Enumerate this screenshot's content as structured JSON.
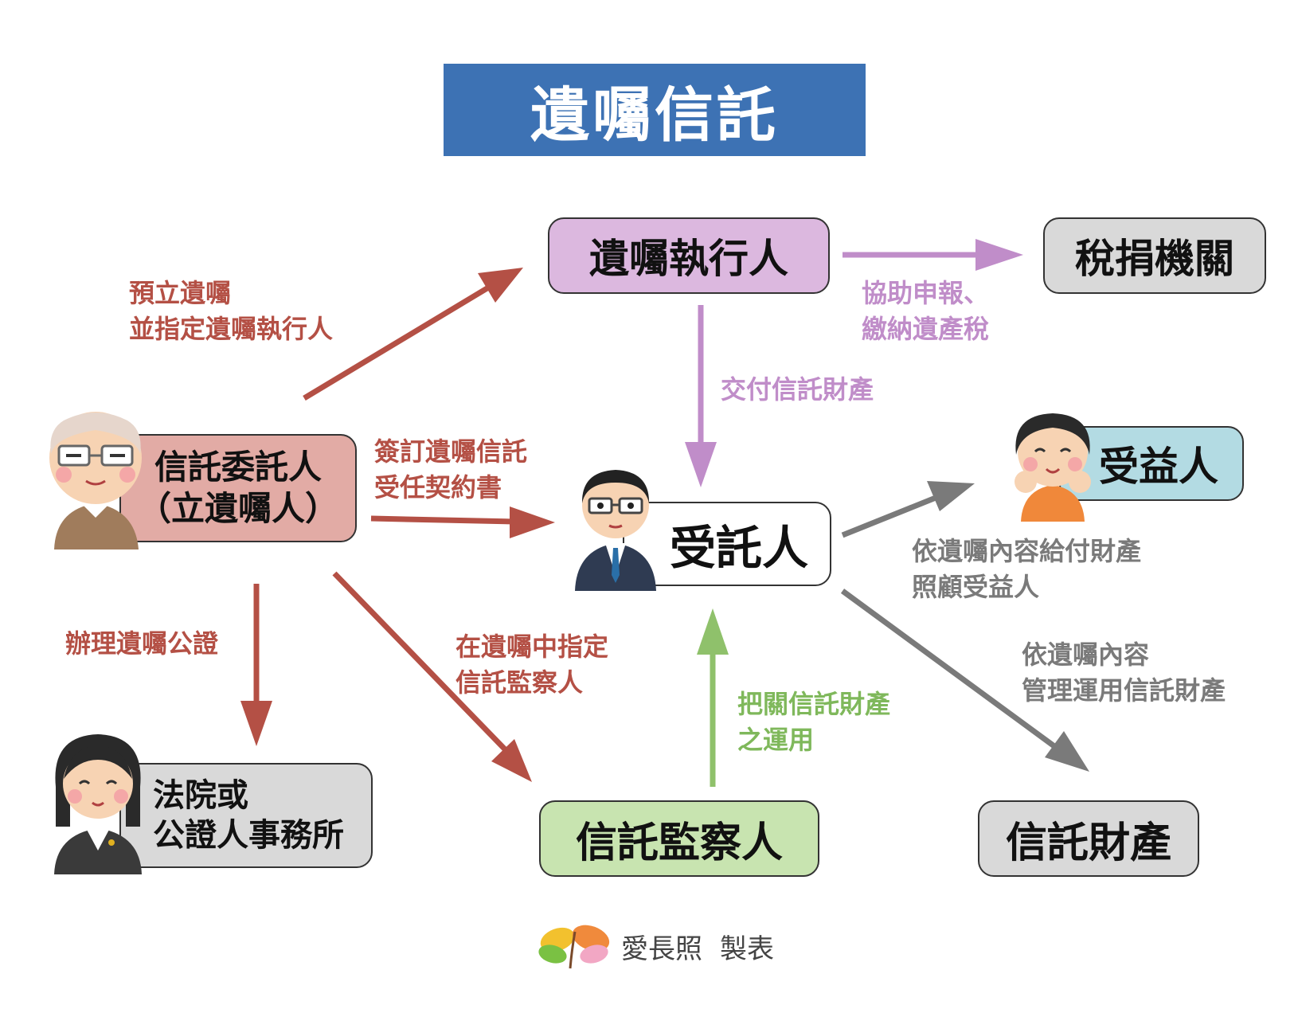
{
  "title": "遺囑信託",
  "nodes": {
    "executor": "遺囑執行人",
    "tax_office": "稅捐機關",
    "settlor_line1": "信託委託人",
    "settlor_line2": "（立遺囑人）",
    "trustee": "受託人",
    "beneficiary": "受益人",
    "court_line1": "法院或",
    "court_line2": "公證人事務所",
    "supervisor": "信託監察人",
    "trust_property": "信託財產"
  },
  "edges": {
    "settlor_to_executor": [
      "預立遺囑",
      "並指定遺囑執行人"
    ],
    "executor_to_tax": [
      "協助申報、",
      "繳納遺產稅"
    ],
    "executor_to_trustee": [
      "交付信託財產"
    ],
    "settlor_to_trustee": [
      "簽訂遺囑信託",
      "受任契約書"
    ],
    "trustee_to_beneficiary": [
      "依遺囑內容給付財產",
      "照顧受益人"
    ],
    "settlor_to_court": [
      "辦理遺囑公證"
    ],
    "settlor_to_supervisor": [
      "在遺囑中指定",
      "信託監察人"
    ],
    "supervisor_to_trustee": [
      "把關信託財產",
      "之運用"
    ],
    "trustee_to_property": [
      "依遺囑內容",
      "管理運用信託財產"
    ]
  },
  "colors": {
    "title_bg": "#3d72b4",
    "executor_fill": "#dcb8df",
    "settlor_fill": "#e2aba5",
    "beneficiary_fill": "#b3dbe3",
    "supervisor_fill": "#c8e4b0",
    "gray_fill": "#d9d9d9",
    "red_arrow": "#b45045",
    "purple_arrow": "#c08dc9",
    "gray_arrow": "#7a7a7a",
    "green_arrow": "#8fc16b"
  },
  "footer": {
    "brand": "愛長照",
    "made_by": "製表"
  }
}
